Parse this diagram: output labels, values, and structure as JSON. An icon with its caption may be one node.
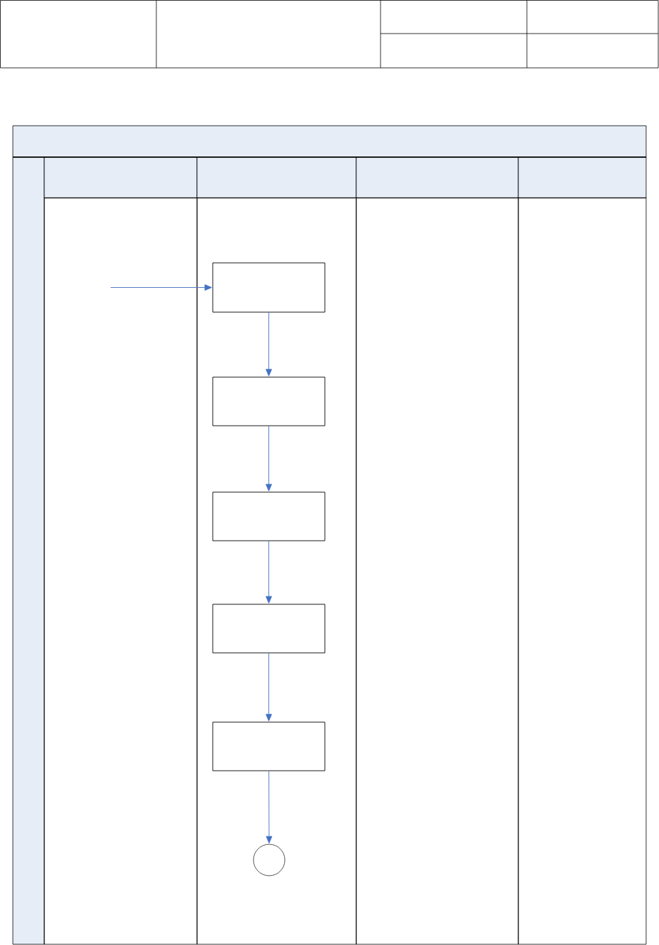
{
  "diagram": {
    "nodes": [
      {
        "text": [],
        "shape": "box"
      },
      {
        "text": [],
        "shape": "box"
      },
      {
        "text": [],
        "shape": "box"
      },
      {
        "text": [],
        "shape": "box"
      },
      {
        "text": [],
        "shape": "box"
      },
      {
        "text": [],
        "shape": "circle"
      }
    ],
    "edges": [
      {
        "from": null,
        "to": 0,
        "arrow": "to"
      },
      {
        "from": 0,
        "to": 1,
        "arrow": "to"
      },
      {
        "from": 1,
        "to": 2,
        "arrow": "to"
      },
      {
        "from": 2,
        "to": 3,
        "arrow": "to"
      },
      {
        "from": 3,
        "to": 4,
        "arrow": "to"
      },
      {
        "from": 4,
        "to": 5,
        "arrow": "to"
      }
    ]
  }
}
